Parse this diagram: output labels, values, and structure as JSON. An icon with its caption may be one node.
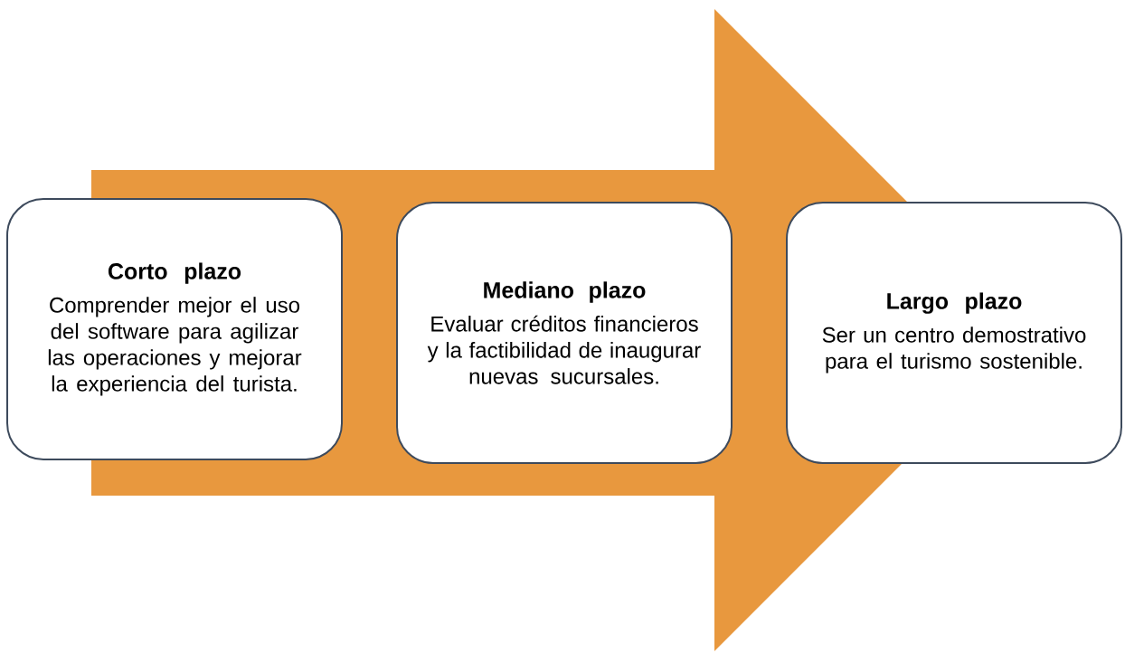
{
  "diagram": {
    "nodes": [
      {
        "text": [
          "Corto plazo",
          "Comprender mejor el uso del software para agilizar las operaciones y mejorar la experiencia del turista."
        ]
      },
      {
        "text": [
          "Mediano plazo",
          "Evaluar créditos financieros y la factibilidad de inaugurar nuevas sucursales."
        ]
      },
      {
        "text": [
          "Largo plazo",
          "Ser un centro demostrativo para el turismo sostenible."
        ]
      }
    ],
    "edges": [
      {
        "from": 0,
        "to": 2,
        "arrow": "to"
      }
    ]
  }
}
